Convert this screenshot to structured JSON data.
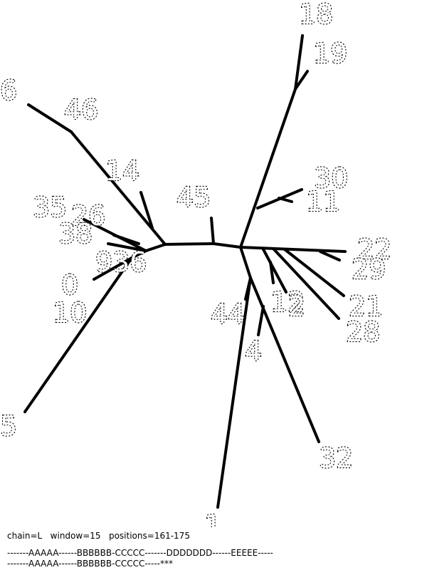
{
  "leaves": [
    {
      "id": "18",
      "label": "18"
    },
    {
      "id": "19",
      "label": "19"
    },
    {
      "id": "6",
      "label": "6"
    },
    {
      "id": "46",
      "label": "46"
    },
    {
      "id": "14",
      "label": "14"
    },
    {
      "id": "45",
      "label": "45"
    },
    {
      "id": "30",
      "label": "30"
    },
    {
      "id": "11",
      "label": "11"
    },
    {
      "id": "35",
      "label": "35"
    },
    {
      "id": "26",
      "label": "26"
    },
    {
      "id": "38",
      "label": "38"
    },
    {
      "id": "9",
      "label": "9"
    },
    {
      "id": "36",
      "label": "36"
    },
    {
      "id": "0",
      "label": "0"
    },
    {
      "id": "10",
      "label": "10"
    },
    {
      "id": "22",
      "label": "22"
    },
    {
      "id": "29",
      "label": "29"
    },
    {
      "id": "12",
      "label": "12"
    },
    {
      "id": "2",
      "label": "2"
    },
    {
      "id": "21",
      "label": "21"
    },
    {
      "id": "28",
      "label": "28"
    },
    {
      "id": "44",
      "label": "44"
    },
    {
      "id": "4",
      "label": "4"
    },
    {
      "id": "32",
      "label": "32"
    },
    {
      "id": "5",
      "label": "5"
    },
    {
      "id": "1",
      "label": "1"
    }
  ],
  "footer": {
    "params": "chain=L   window=15   positions=161-175",
    "seq1": "-------AAAAA------BBBBBB-CCCCC-------DDDDDDD------EEEEE-----",
    "seq2": "-------AAAAA------BBBBBB-CCCCC-----***"
  }
}
